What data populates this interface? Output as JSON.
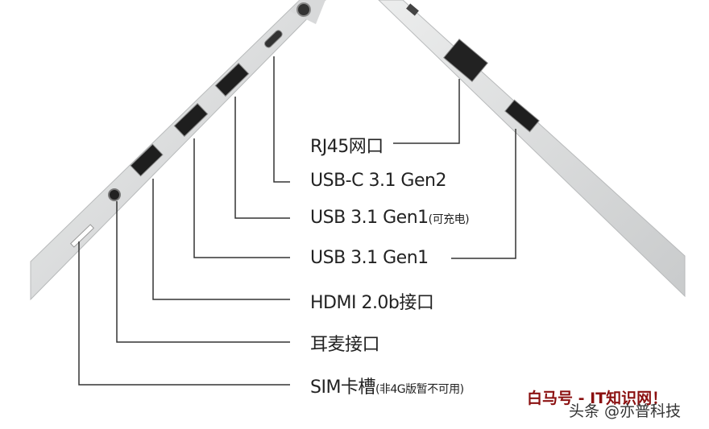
{
  "labels": {
    "rj45": "RJ45网口",
    "usb_c": "USB-C 3.1 Gen2",
    "usb_charge": "USB 3.1 Gen1",
    "usb_charge_note": "(可充电)",
    "usb_right": "USB 3.1 Gen1",
    "hdmi": "HDMI 2.0b接口",
    "audio": "耳麦接口",
    "sim": "SIM卡槽",
    "sim_note": "(非4G版暂不可用)"
  },
  "watermark": {
    "line1": "白马号 - IT知识网！",
    "line2": "头条 @亦普科技"
  }
}
